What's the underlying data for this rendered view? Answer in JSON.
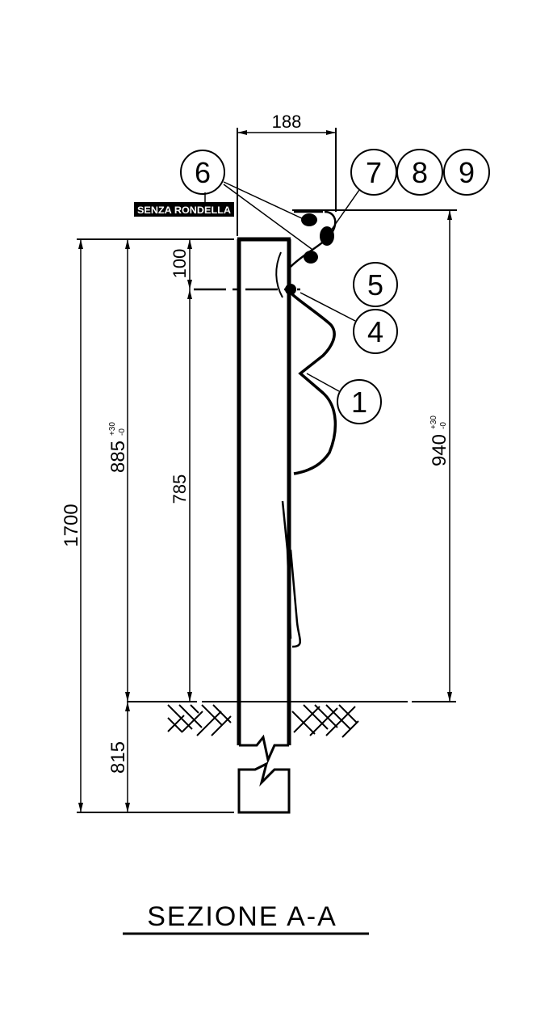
{
  "title": "SEZIONE A-A",
  "note_label": "SENZA RONDELLA",
  "dimensions": {
    "top_width": "188",
    "total_height": "1700",
    "above_ground_post": "885",
    "above_ground_post_tol_plus": "+30",
    "above_ground_post_tol_minus": "-0",
    "bolt_offset": "100",
    "bolt_to_ground": "785",
    "embedment": "815",
    "rail_height": "940",
    "rail_height_tol_plus": "+30",
    "rail_height_tol_minus": "-0"
  },
  "callouts": [
    "1",
    "4",
    "5",
    "6",
    "7",
    "8",
    "9"
  ],
  "colors": {
    "line": "#000000",
    "background": "#ffffff"
  }
}
